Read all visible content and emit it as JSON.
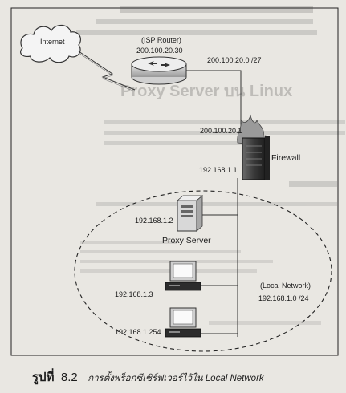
{
  "background_text": {
    "heading": "Proxy Server บน Linux"
  },
  "nodes": {
    "internet": "Internet",
    "isp_router": "(ISP Router)",
    "isp_router_ip": "200.100.20.30",
    "wan_network": "200.100.20.0 /27",
    "firewall_wan_ip": "200.100.20.1",
    "firewall": "Firewall",
    "firewall_lan_ip": "192.168.1.1",
    "proxy_ip": "192.168.1.2",
    "proxy_server": "Proxy Server",
    "pc1_ip": "192.168.1.3",
    "pc2_ip": "192.168.1.254",
    "local_network": "(Local Network)",
    "local_network_ip": "192.168.1.0 /24"
  },
  "caption": {
    "label": "รูปที่",
    "number": "8.2",
    "text": "การตั้งพร็อกซีเซิร์ฟเวอร์ไว้ใน Local Network"
  }
}
